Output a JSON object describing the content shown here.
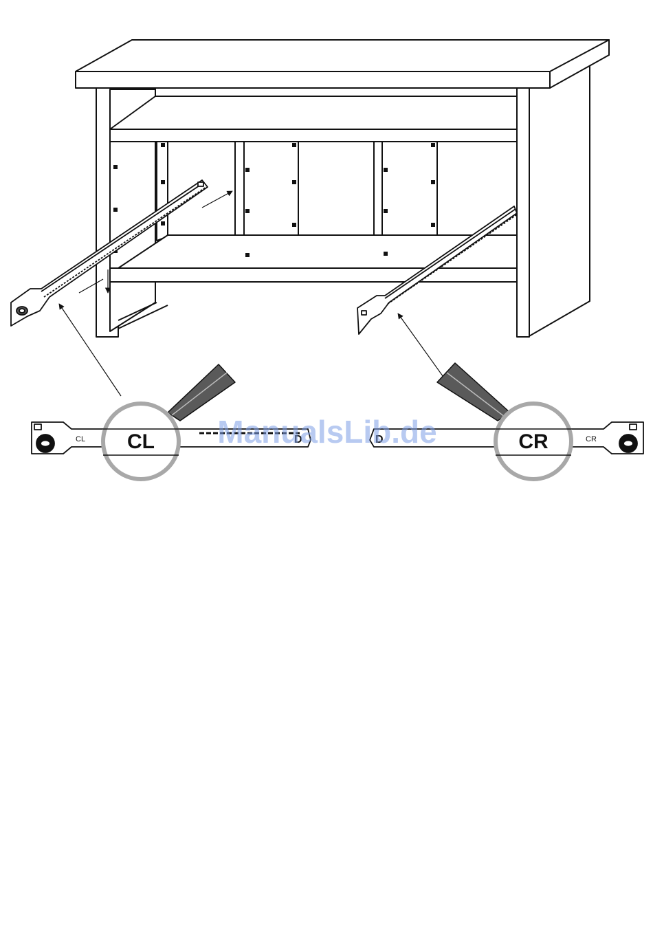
{
  "watermark": "ManualsLib.de",
  "labels": {
    "left_circle": "CL",
    "right_circle": "CR",
    "left_rail_tag": "CL",
    "right_rail_tag": "CR",
    "left_rail_end": "D",
    "right_rail_end": "D"
  },
  "colors": {
    "line": "#111111",
    "magnifier_ring": "#a8a8a8",
    "pointer_fill": "#5a5a5a",
    "watermark": "#7f9fe6"
  }
}
